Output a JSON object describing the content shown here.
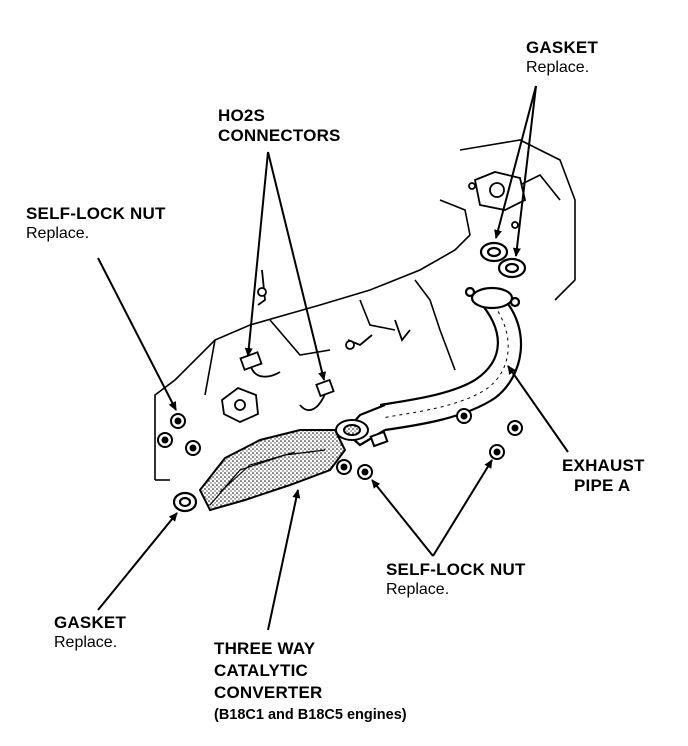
{
  "labels": {
    "gasket_top": {
      "title": "GASKET",
      "note": "Replace."
    },
    "ho2s": {
      "line1": "HO2S",
      "line2": "CONNECTORS"
    },
    "selflock_left": {
      "title": "SELF-LOCK NUT",
      "note": "Replace."
    },
    "exhaust": {
      "line1": "EXHAUST",
      "line2": "PIPE A"
    },
    "selflock_bottom": {
      "title": "SELF-LOCK NUT",
      "note": "Replace."
    },
    "gasket_bottom": {
      "title": "GASKET",
      "note": "Replace."
    },
    "converter": {
      "line1": "THREE WAY",
      "line2": "CATALYTIC",
      "line3": "CONVERTER",
      "line4": "(B18C1 and B18C5 engines)"
    }
  },
  "colors": {
    "ink": "#000000",
    "paper": "#ffffff",
    "shade": "#555555"
  }
}
